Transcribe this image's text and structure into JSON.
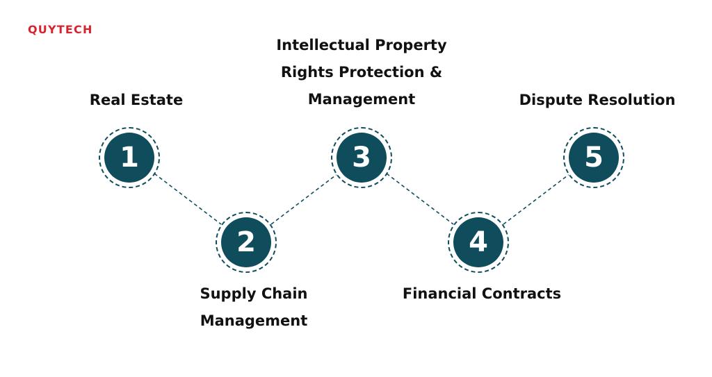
{
  "brand": {
    "logo_text": "QUYTECH",
    "logo_color": "#d8232f"
  },
  "colors": {
    "circle": "#0f4c5c",
    "text": "#111111"
  },
  "steps": [
    {
      "number": "1",
      "label_lines": [
        "Real Estate"
      ]
    },
    {
      "number": "2",
      "label_lines": [
        "Supply Chain",
        "Management"
      ]
    },
    {
      "number": "3",
      "label_lines": [
        "Intellectual Property",
        "Rights Protection &",
        "Management"
      ]
    },
    {
      "number": "4",
      "label_lines": [
        "Financial Contracts"
      ]
    },
    {
      "number": "5",
      "label_lines": [
        "Dispute Resolution"
      ]
    }
  ]
}
